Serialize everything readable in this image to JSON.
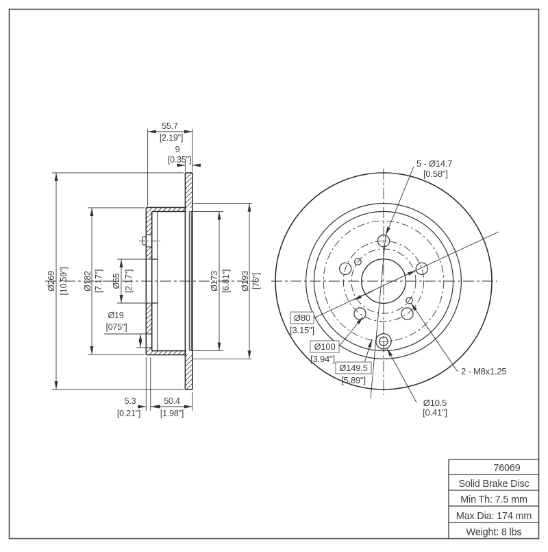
{
  "drawing": {
    "ink_color": "#2f2f2f",
    "dims": {
      "width": {
        "mm": "55.7",
        "inch": "[2.19\"]"
      },
      "thickness": {
        "mm": "9",
        "inch": "[0.35\"]"
      },
      "outer_dia": {
        "mm": "Ø269",
        "inch": "[10.59\"]"
      },
      "hat_dia": {
        "mm": "Ø182",
        "inch": "[7.17\"]"
      },
      "bore_dia": {
        "mm": "Ø55",
        "inch": "[2.17\"]"
      },
      "stud_hole": {
        "mm": "Ø19",
        "inch": "[075\"]"
      },
      "inner_dia_1": {
        "mm": "Ø173",
        "inch": "[6.81\"]"
      },
      "inner_dia_2": {
        "mm": "Ø193",
        "inch": "[76\"]"
      },
      "offset": {
        "mm": "5.3",
        "inch": "[0.21\"]"
      },
      "depth": {
        "mm": "50.4",
        "inch": "[1.98\"]"
      },
      "bolt_holes": {
        "mm": "5 - Ø14.7",
        "inch": "[0.58\"]"
      },
      "circle_80": {
        "mm": "Ø80",
        "inch": "[3.15\"]"
      },
      "circle_100": {
        "mm": "Ø100",
        "inch": "[3.94\"]"
      },
      "circle_149": {
        "mm": "Ø149.5",
        "inch": "[5.89\"]"
      },
      "thread_holes": "2 - M8x1.25",
      "screw_hole": {
        "mm": "Ø10.5",
        "inch": "[0.41\"]"
      }
    },
    "title_block": {
      "part_number": "76069",
      "product_name": "Solid Brake Disc",
      "min_thickness": "Min Th: 7.5 mm",
      "max_diameter": "Max Dia: 174 mm",
      "weight": "Weight: 8 lbs"
    }
  }
}
